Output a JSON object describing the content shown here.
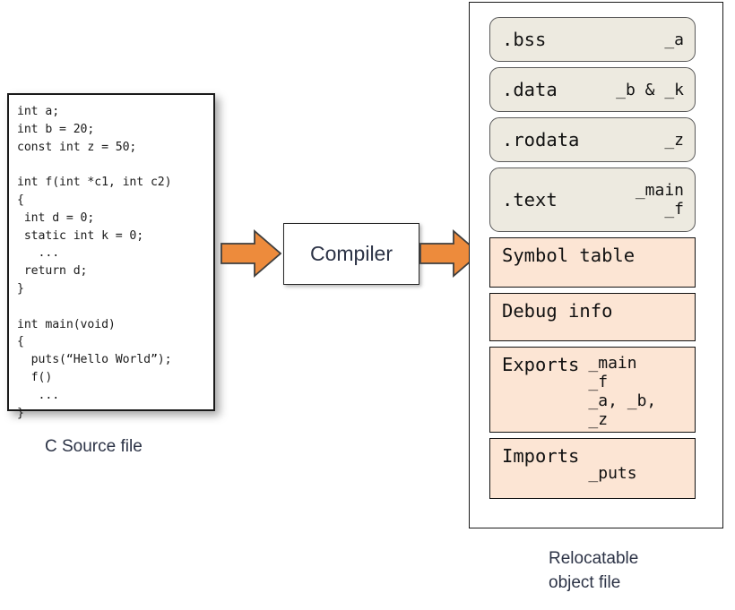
{
  "source": {
    "code": "int a;\nint b = 20;\nconst int z = 50;\n\nint f(int *c1, int c2)\n{\n int d = 0;\n static int k = 0;\n   ...\n return d;\n}\n\nint main(void)\n{\n  puts(“Hello World”);\n  f()\n   ...\n}",
    "caption": "C Source file"
  },
  "compiler": {
    "label": "Compiler"
  },
  "arrows": {
    "arrow_1_name": "source-to-compiler-arrow",
    "arrow_2_name": "compiler-to-object-arrow",
    "color": "#ED8B3C",
    "outline": "#3F3F3F"
  },
  "object_file": {
    "caption": "Relocatable\nobject file",
    "sections": [
      {
        "name": ".bss",
        "symbols": "_a",
        "style": "rounded",
        "layout": "split"
      },
      {
        "name": ".data",
        "symbols": "_b & _k",
        "style": "rounded",
        "layout": "split"
      },
      {
        "name": ".rodata",
        "symbols": "_z",
        "style": "rounded",
        "layout": "split"
      },
      {
        "name": ".text",
        "symbols": "_main\n_f",
        "style": "rounded",
        "layout": "split"
      },
      {
        "name": "Symbol table",
        "symbols": "",
        "style": "square",
        "layout": "stack"
      },
      {
        "name": "Debug info",
        "symbols": "",
        "style": "square",
        "layout": "stack"
      },
      {
        "name": "Exports",
        "symbols": "_main\n_f\n_a, _b, _z",
        "style": "square",
        "layout": "stack"
      },
      {
        "name": "Imports",
        "symbols": "\n_puts",
        "style": "square",
        "layout": "stack"
      }
    ]
  },
  "colors": {
    "beige_section": "#EDEAE0",
    "peach_section": "#FCE5D4",
    "arrow_orange": "#ED8B3C",
    "caption_text": "#2C3346",
    "code_text": "#1A1A1A"
  }
}
